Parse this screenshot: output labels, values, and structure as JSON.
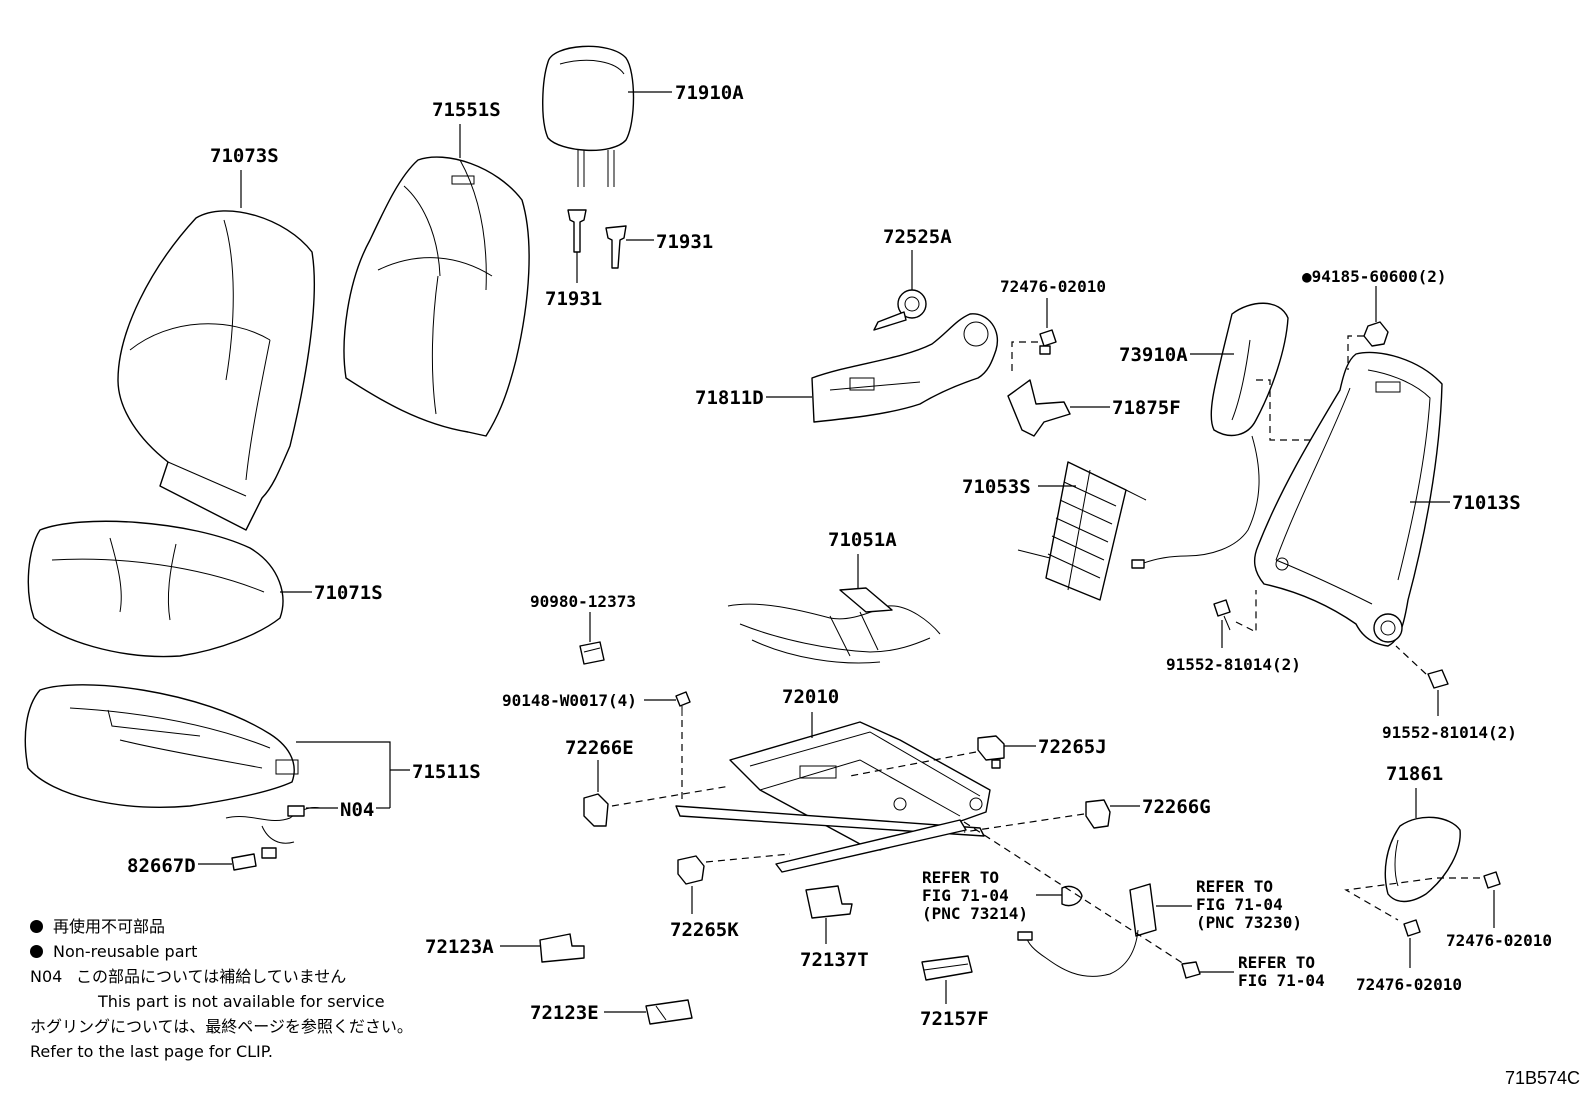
{
  "callouts": {
    "p71910A": "71910A",
    "p71551S": "71551S",
    "p71073S": "71073S",
    "p71931a": "71931",
    "p71931b": "71931",
    "p72525A": "72525A",
    "p72476a": "72476-02010",
    "p94185": "●94185-60600(2)",
    "p73910A": "73910A",
    "p71811D": "71811D",
    "p71875F": "71875F",
    "p71053S": "71053S",
    "p71013S": "71013S",
    "p71071S": "71071S",
    "p71051A": "71051A",
    "p90980": "90980-12373",
    "p91552a": "91552-81014(2)",
    "p91552b": "91552-81014(2)",
    "p90148": "90148-W0017(4)",
    "p72010": "72010",
    "p72266E": "72266E",
    "p72265J": "72265J",
    "p71511S": "71511S",
    "pN04": "N04",
    "p72266G": "72266G",
    "p71861": "71861",
    "p82667D": "82667D",
    "p72265K": "72265K",
    "p72137T": "72137T",
    "p72123A": "72123A",
    "p72123E": "72123E",
    "p72157F": "72157F",
    "p72476b": "72476-02010",
    "p72476c": "72476-02010"
  },
  "references": {
    "ref1": [
      "REFER TO",
      "FIG 71-04",
      "(PNC 73214)"
    ],
    "ref2": [
      "REFER TO",
      "FIG 71-04",
      "(PNC 73230)"
    ],
    "ref3": [
      "REFER TO",
      "FIG 71-04"
    ]
  },
  "legend": {
    "line1": "再使用不可部品",
    "line2": "Non-reusable part",
    "n04_code": "N04",
    "line3": "この部品については補給していません",
    "line4": "This part is not available for service",
    "line5": "ホグリングについては、最終ページを参照ください。",
    "line6": "Refer to the last page for CLIP."
  },
  "figure_code": "71B574C"
}
